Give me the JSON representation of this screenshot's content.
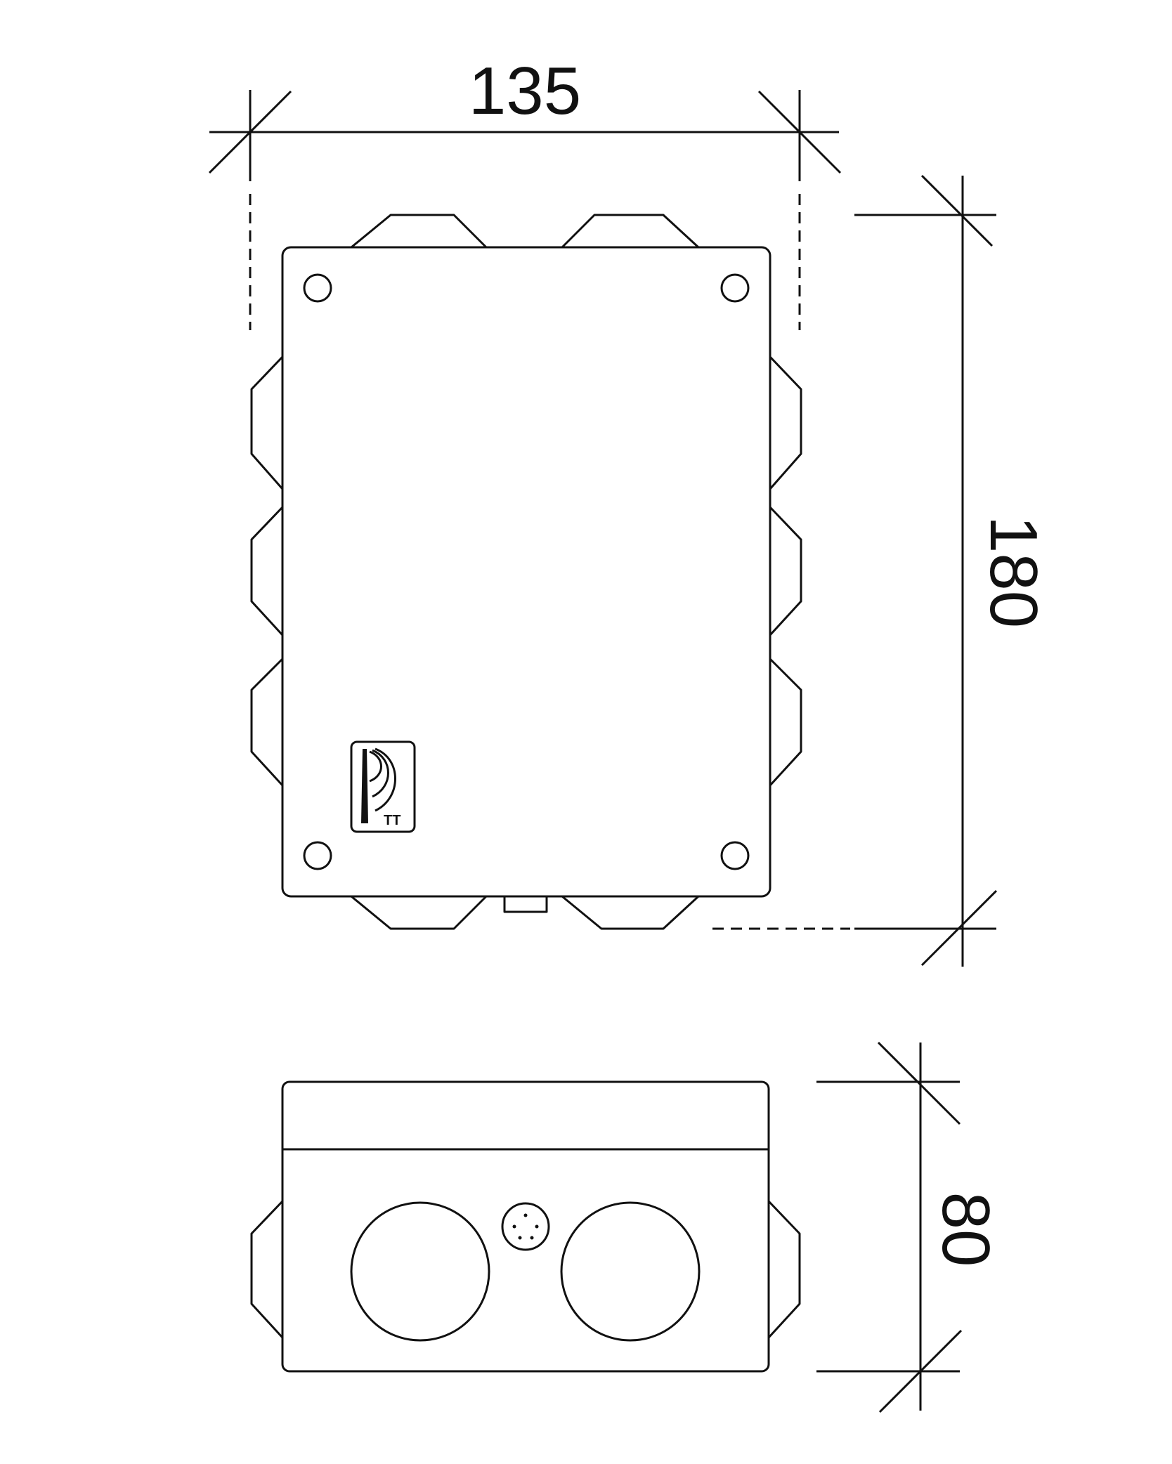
{
  "dimensions": {
    "width": "135",
    "height": "180",
    "depth": "80"
  },
  "logo": {
    "mark_text": "TT"
  },
  "colors": {
    "line": "#111111",
    "background": "#ffffff"
  }
}
